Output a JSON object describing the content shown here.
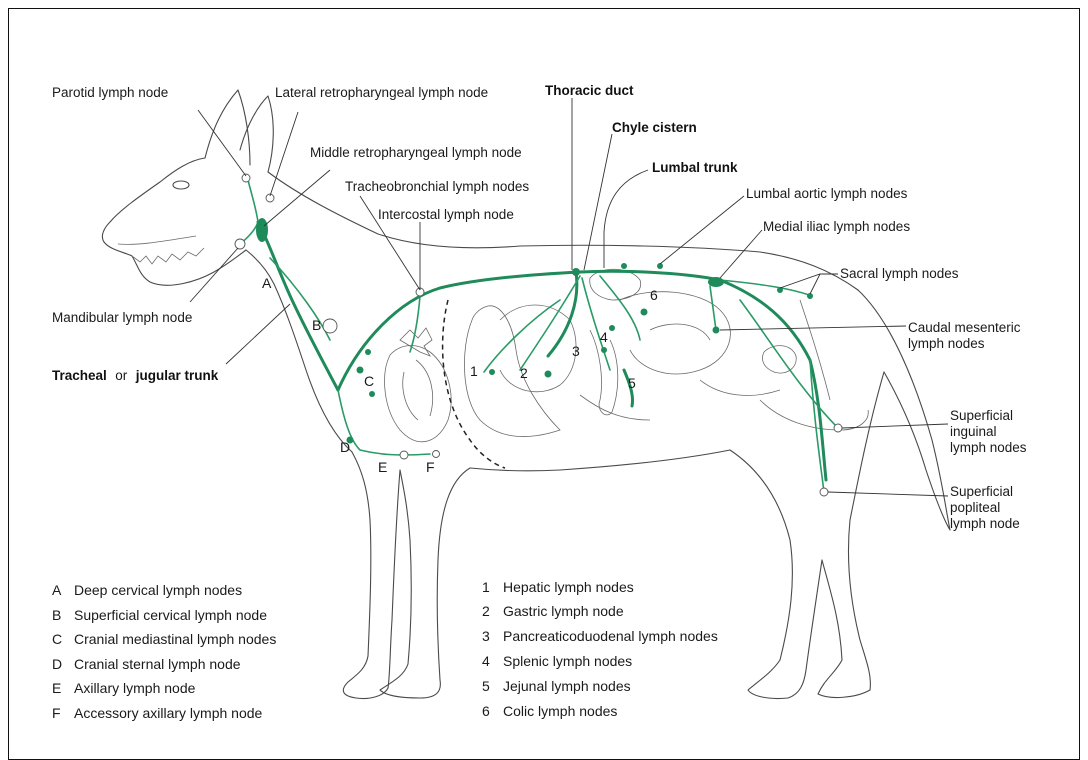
{
  "colors": {
    "lymph": "#1f8a5a",
    "outline": "#4a4a4a",
    "text": "#1a1a1a"
  },
  "labels": {
    "parotid": "Parotid lymph node",
    "lateral_retro": "Lateral retropharyngeal lymph node",
    "middle_retro": "Middle retropharyngeal lymph node",
    "tracheobronchial": "Tracheobronchial lymph nodes",
    "intercostal": "Intercostal lymph node",
    "thoracic_duct": "Thoracic duct",
    "chyle_cistern": "Chyle cistern",
    "lumbal_trunk": "Lumbal trunk",
    "lumbal_aortic": "Lumbal aortic lymph nodes",
    "medial_iliac": "Medial iliac lymph nodes",
    "sacral": "Sacral lymph nodes",
    "caudal_mesenteric_1": "Caudal mesenteric",
    "caudal_mesenteric_2": "lymph nodes",
    "sup_inguinal_1": "Superficial",
    "sup_inguinal_2": "inguinal",
    "sup_inguinal_3": "lymph nodes",
    "sup_popliteal_1": "Superficial",
    "sup_popliteal_2": "popliteal",
    "sup_popliteal_3": "lymph node",
    "mandibular": "Mandibular lymph node",
    "tracheal_a": "Tracheal",
    "tracheal_or": "or",
    "tracheal_b": "jugular trunk"
  },
  "markers": {
    "A": "A",
    "B": "B",
    "C": "C",
    "D": "D",
    "E": "E",
    "F": "F",
    "n1": "1",
    "n2": "2",
    "n3": "3",
    "n4": "4",
    "n5": "5",
    "n6": "6"
  },
  "legend_letters": [
    {
      "key": "A",
      "text": "Deep cervical lymph nodes"
    },
    {
      "key": "B",
      "text": "Superficial cervical lymph node"
    },
    {
      "key": "C",
      "text": "Cranial mediastinal lymph nodes"
    },
    {
      "key": "D",
      "text": "Cranial sternal lymph node"
    },
    {
      "key": "E",
      "text": "Axillary lymph node"
    },
    {
      "key": "F",
      "text": "Accessory axillary lymph node"
    }
  ],
  "legend_numbers": [
    {
      "key": "1",
      "text": "Hepatic lymph nodes"
    },
    {
      "key": "2",
      "text": "Gastric lymph node"
    },
    {
      "key": "3",
      "text": "Pancreaticoduodenal lymph nodes"
    },
    {
      "key": "4",
      "text": "Splenic lymph nodes"
    },
    {
      "key": "5",
      "text": "Jejunal lymph nodes"
    },
    {
      "key": "6",
      "text": "Colic lymph nodes"
    }
  ]
}
